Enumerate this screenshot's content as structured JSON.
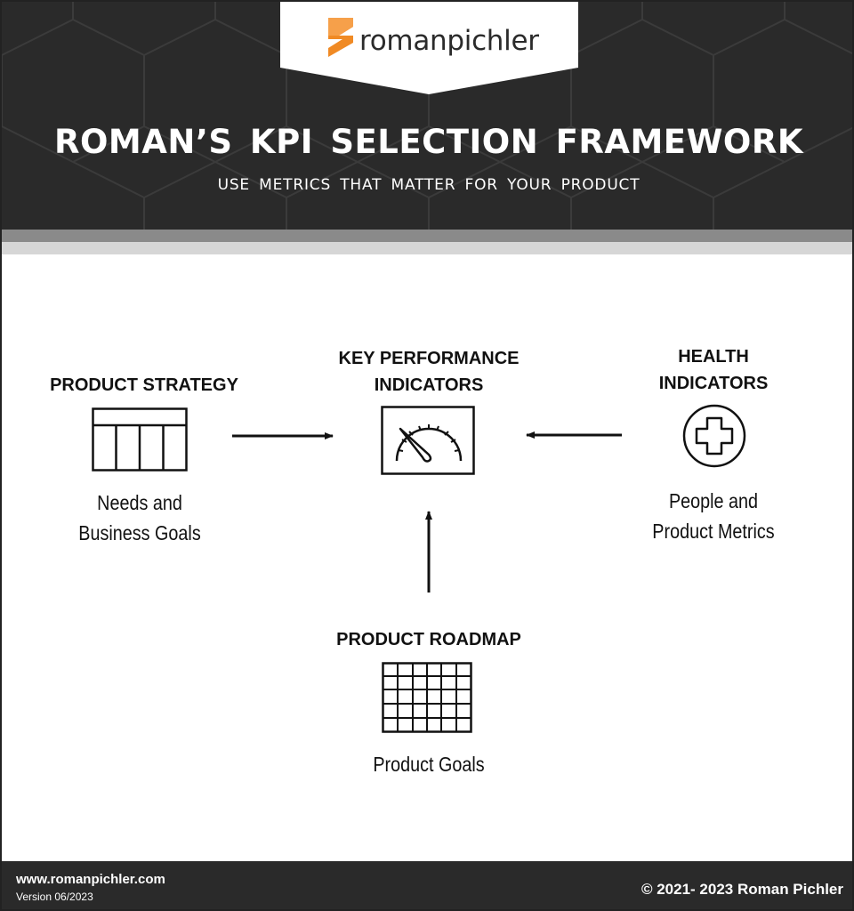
{
  "header": {
    "logo_text": "romanpichler",
    "title": "ROMAN’S KPI SELECTION FRAMEWORK",
    "subtitle": "USE METRICS THAT MATTER FOR YOUR PRODUCT"
  },
  "diagram": {
    "nodes": [
      {
        "id": "kpi",
        "heading": "KEY PERFORMANCE\nINDICATORS",
        "icon": "gauge-icon",
        "caption": ""
      },
      {
        "id": "strategy",
        "heading": "PRODUCT STRATEGY",
        "icon": "strategy-board-icon",
        "caption": "Needs and\nBusiness Goals"
      },
      {
        "id": "health",
        "heading": "HEALTH\nINDICATORS",
        "icon": "medical-cross-icon",
        "caption": "People and\nProduct Metrics"
      },
      {
        "id": "roadmap",
        "heading": "PRODUCT  ROADMAP",
        "icon": "roadmap-grid-icon",
        "caption": "Product Goals"
      }
    ],
    "edges": [
      {
        "from": "strategy",
        "to": "kpi"
      },
      {
        "from": "health",
        "to": "kpi"
      },
      {
        "from": "roadmap",
        "to": "kpi"
      }
    ]
  },
  "footer": {
    "url": "www.romanpichler.com",
    "version": "Version 06/2023",
    "copyright": "© 2021- 2023 Roman Pichler"
  },
  "colors": {
    "header_bg": "#2a2a2a",
    "logo_orange": "#f08a24",
    "band_dark": "#8a8a8a",
    "band_light": "#d6d6d6",
    "ink": "#111111"
  }
}
